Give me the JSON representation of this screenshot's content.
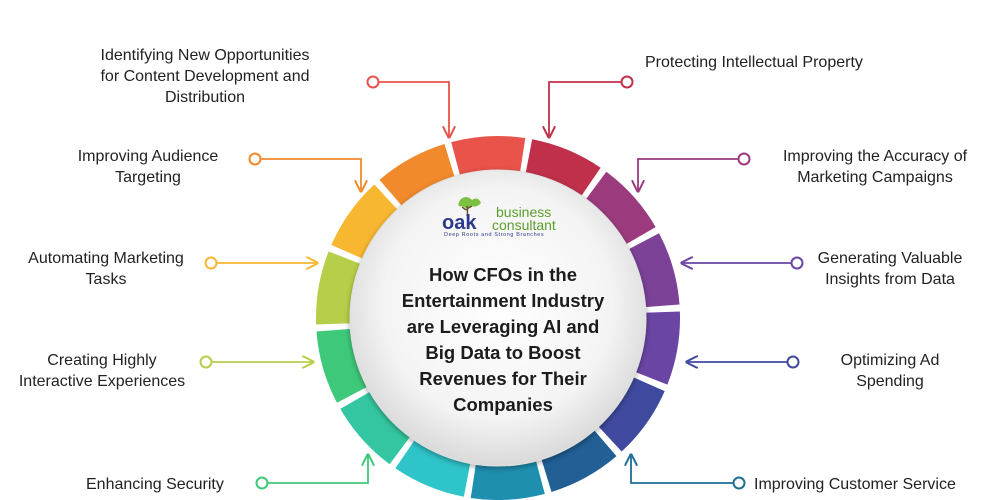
{
  "center": {
    "title": "How CFOs in the\nEntertainment Industry\nare Leveraging AI and\nBig Data to Boost\nRevenues for Their\nCompanies"
  },
  "logo": {
    "wordmark": "oak",
    "line1": "business",
    "line2": "consultant",
    "tagline": "Deep Roots and Strong Branches",
    "colors": {
      "green": "#5aa02c",
      "navy": "#2d3a8c",
      "leaf": "#7cc042"
    }
  },
  "items": [
    {
      "label": "Identifying New Opportunities\nfor Content Development and\nDistribution",
      "color": "#e8534a"
    },
    {
      "label": "Improving Audience\nTargeting",
      "color": "#f08a2c"
    },
    {
      "label": "Automating Marketing\nTasks",
      "color": "#f7b731"
    },
    {
      "label": "Creating Highly\nInteractive Experiences",
      "color": "#b6cf4a"
    },
    {
      "label": "Enhancing Security",
      "color": "#3ec97a"
    },
    {
      "label": "Protecting Intellectual Property",
      "color": "#c0304a"
    },
    {
      "label": "Improving the Accuracy of\nMarketing Campaigns",
      "color": "#9b3b7e"
    },
    {
      "label": "Generating Valuable\nInsights from Data",
      "color": "#6a45a3"
    },
    {
      "label": "Optimizing Ad\nSpending",
      "color": "#3f4a9e"
    },
    {
      "label": "Improving Customer Service",
      "color": "#1f6e93"
    }
  ],
  "ring_colors": [
    "#e8534a",
    "#c0304a",
    "#9b3b7e",
    "#7b4298",
    "#6a45a3",
    "#3f4a9e",
    "#215f95",
    "#1f8fb0",
    "#2fc4c9",
    "#34c6a0",
    "#3ec97a",
    "#b6cf4a",
    "#f7b731",
    "#f08a2c"
  ]
}
